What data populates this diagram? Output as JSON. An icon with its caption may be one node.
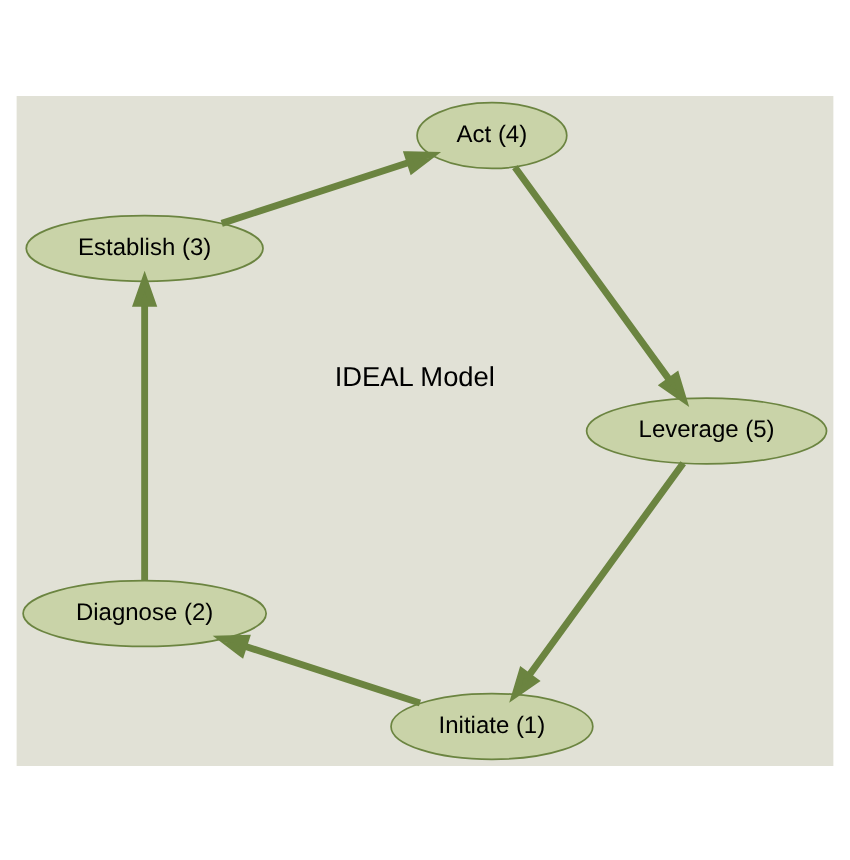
{
  "diagram": {
    "nodes": [
      {
        "text": [
          "Initiate (1)"
        ]
      },
      {
        "text": [
          "Diagnose (2)"
        ]
      },
      {
        "text": [
          "Establish (3)"
        ]
      },
      {
        "text": [
          "Act (4)"
        ]
      },
      {
        "text": [
          "Leverage (5)"
        ]
      }
    ],
    "edges": [
      {
        "from": 0,
        "to": 1,
        "arrow": "to"
      },
      {
        "from": 1,
        "to": 2,
        "arrow": "to"
      },
      {
        "from": 2,
        "to": 3,
        "arrow": "to"
      },
      {
        "from": 3,
        "to": 4,
        "arrow": "to"
      },
      {
        "from": 4,
        "to": 0,
        "arrow": "to"
      }
    ],
    "labels": [
      "IDEAL Model"
    ]
  }
}
